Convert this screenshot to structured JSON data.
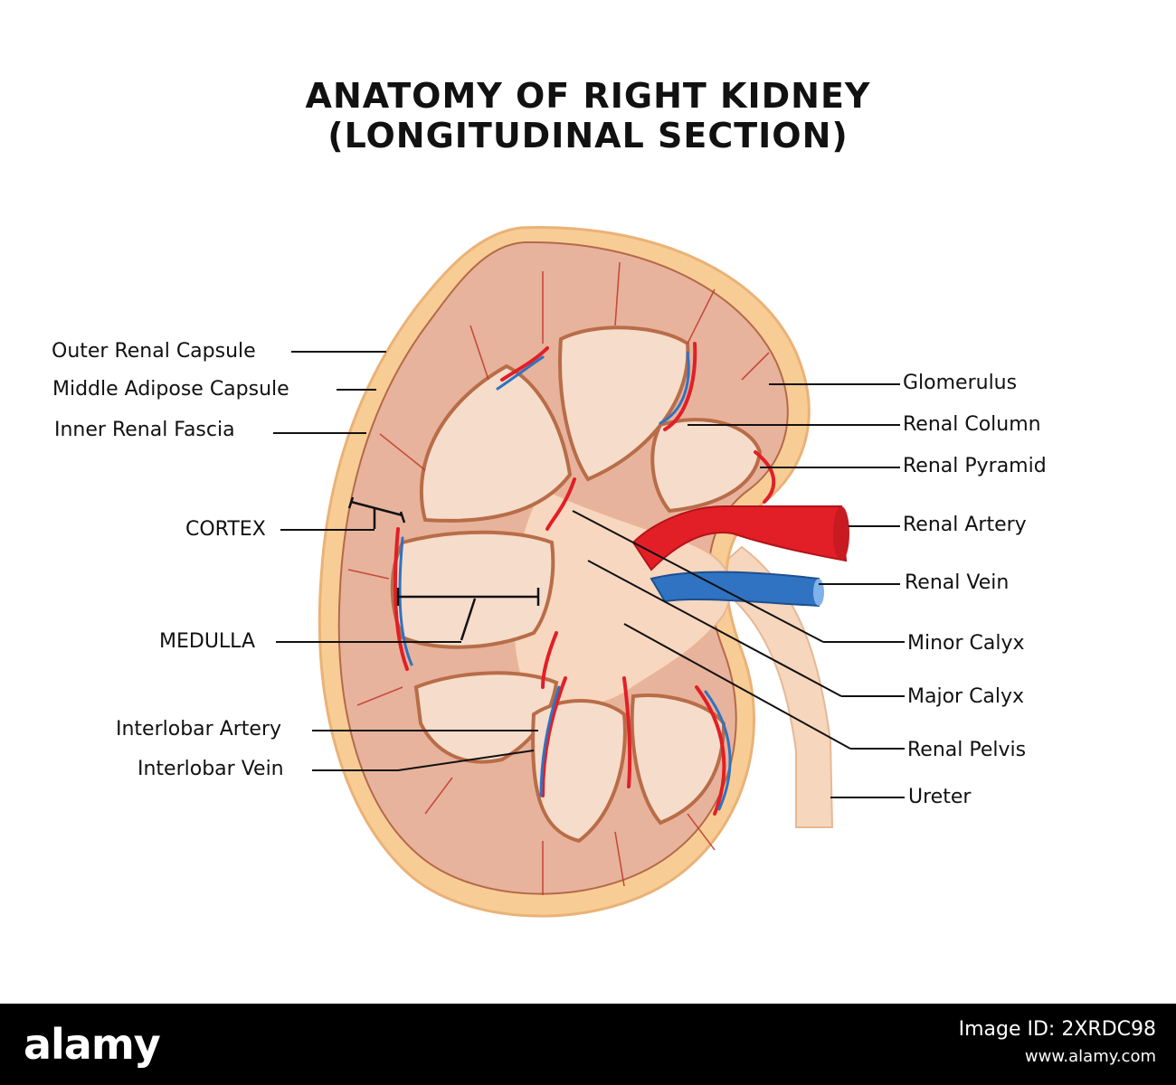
{
  "title": {
    "line1": "ANATOMY OF RIGHT KIDNEY",
    "line2": "(LONGITUDINAL SECTION)"
  },
  "labels": {
    "outer_renal_capsule": "Outer Renal Capsule",
    "middle_adipose_capsule": "Middle  Adipose Capsule",
    "inner_renal_fascia": "Inner Renal Fascia",
    "cortex": "CORTEX",
    "medulla": "MEDULLA",
    "interlobar_artery": "Interlobar Artery",
    "interlobar_vein": "Interlobar Vein",
    "glomerulus": "Glomerulus",
    "renal_column": "Renal Column",
    "renal_pyramid": "Renal Pyramid",
    "renal_artery": "Renal Artery",
    "renal_vein": "Renal Vein",
    "minor_calyx": "Minor Calyx",
    "major_calyx": "Major Calyx",
    "renal_pelvis": "Renal Pelvis",
    "ureter": "Ureter"
  },
  "footer": {
    "brand": "alamy",
    "image_id": "Image ID: 2XRDC98",
    "site": "www.alamy.com"
  },
  "colors": {
    "capsule": "#f7ce9a",
    "cortex": "#e9b59d",
    "medulla": "#f6ddcc",
    "artery": "#e21f26",
    "vein": "#2f73c2",
    "pelvis": "#f8d8c0"
  }
}
